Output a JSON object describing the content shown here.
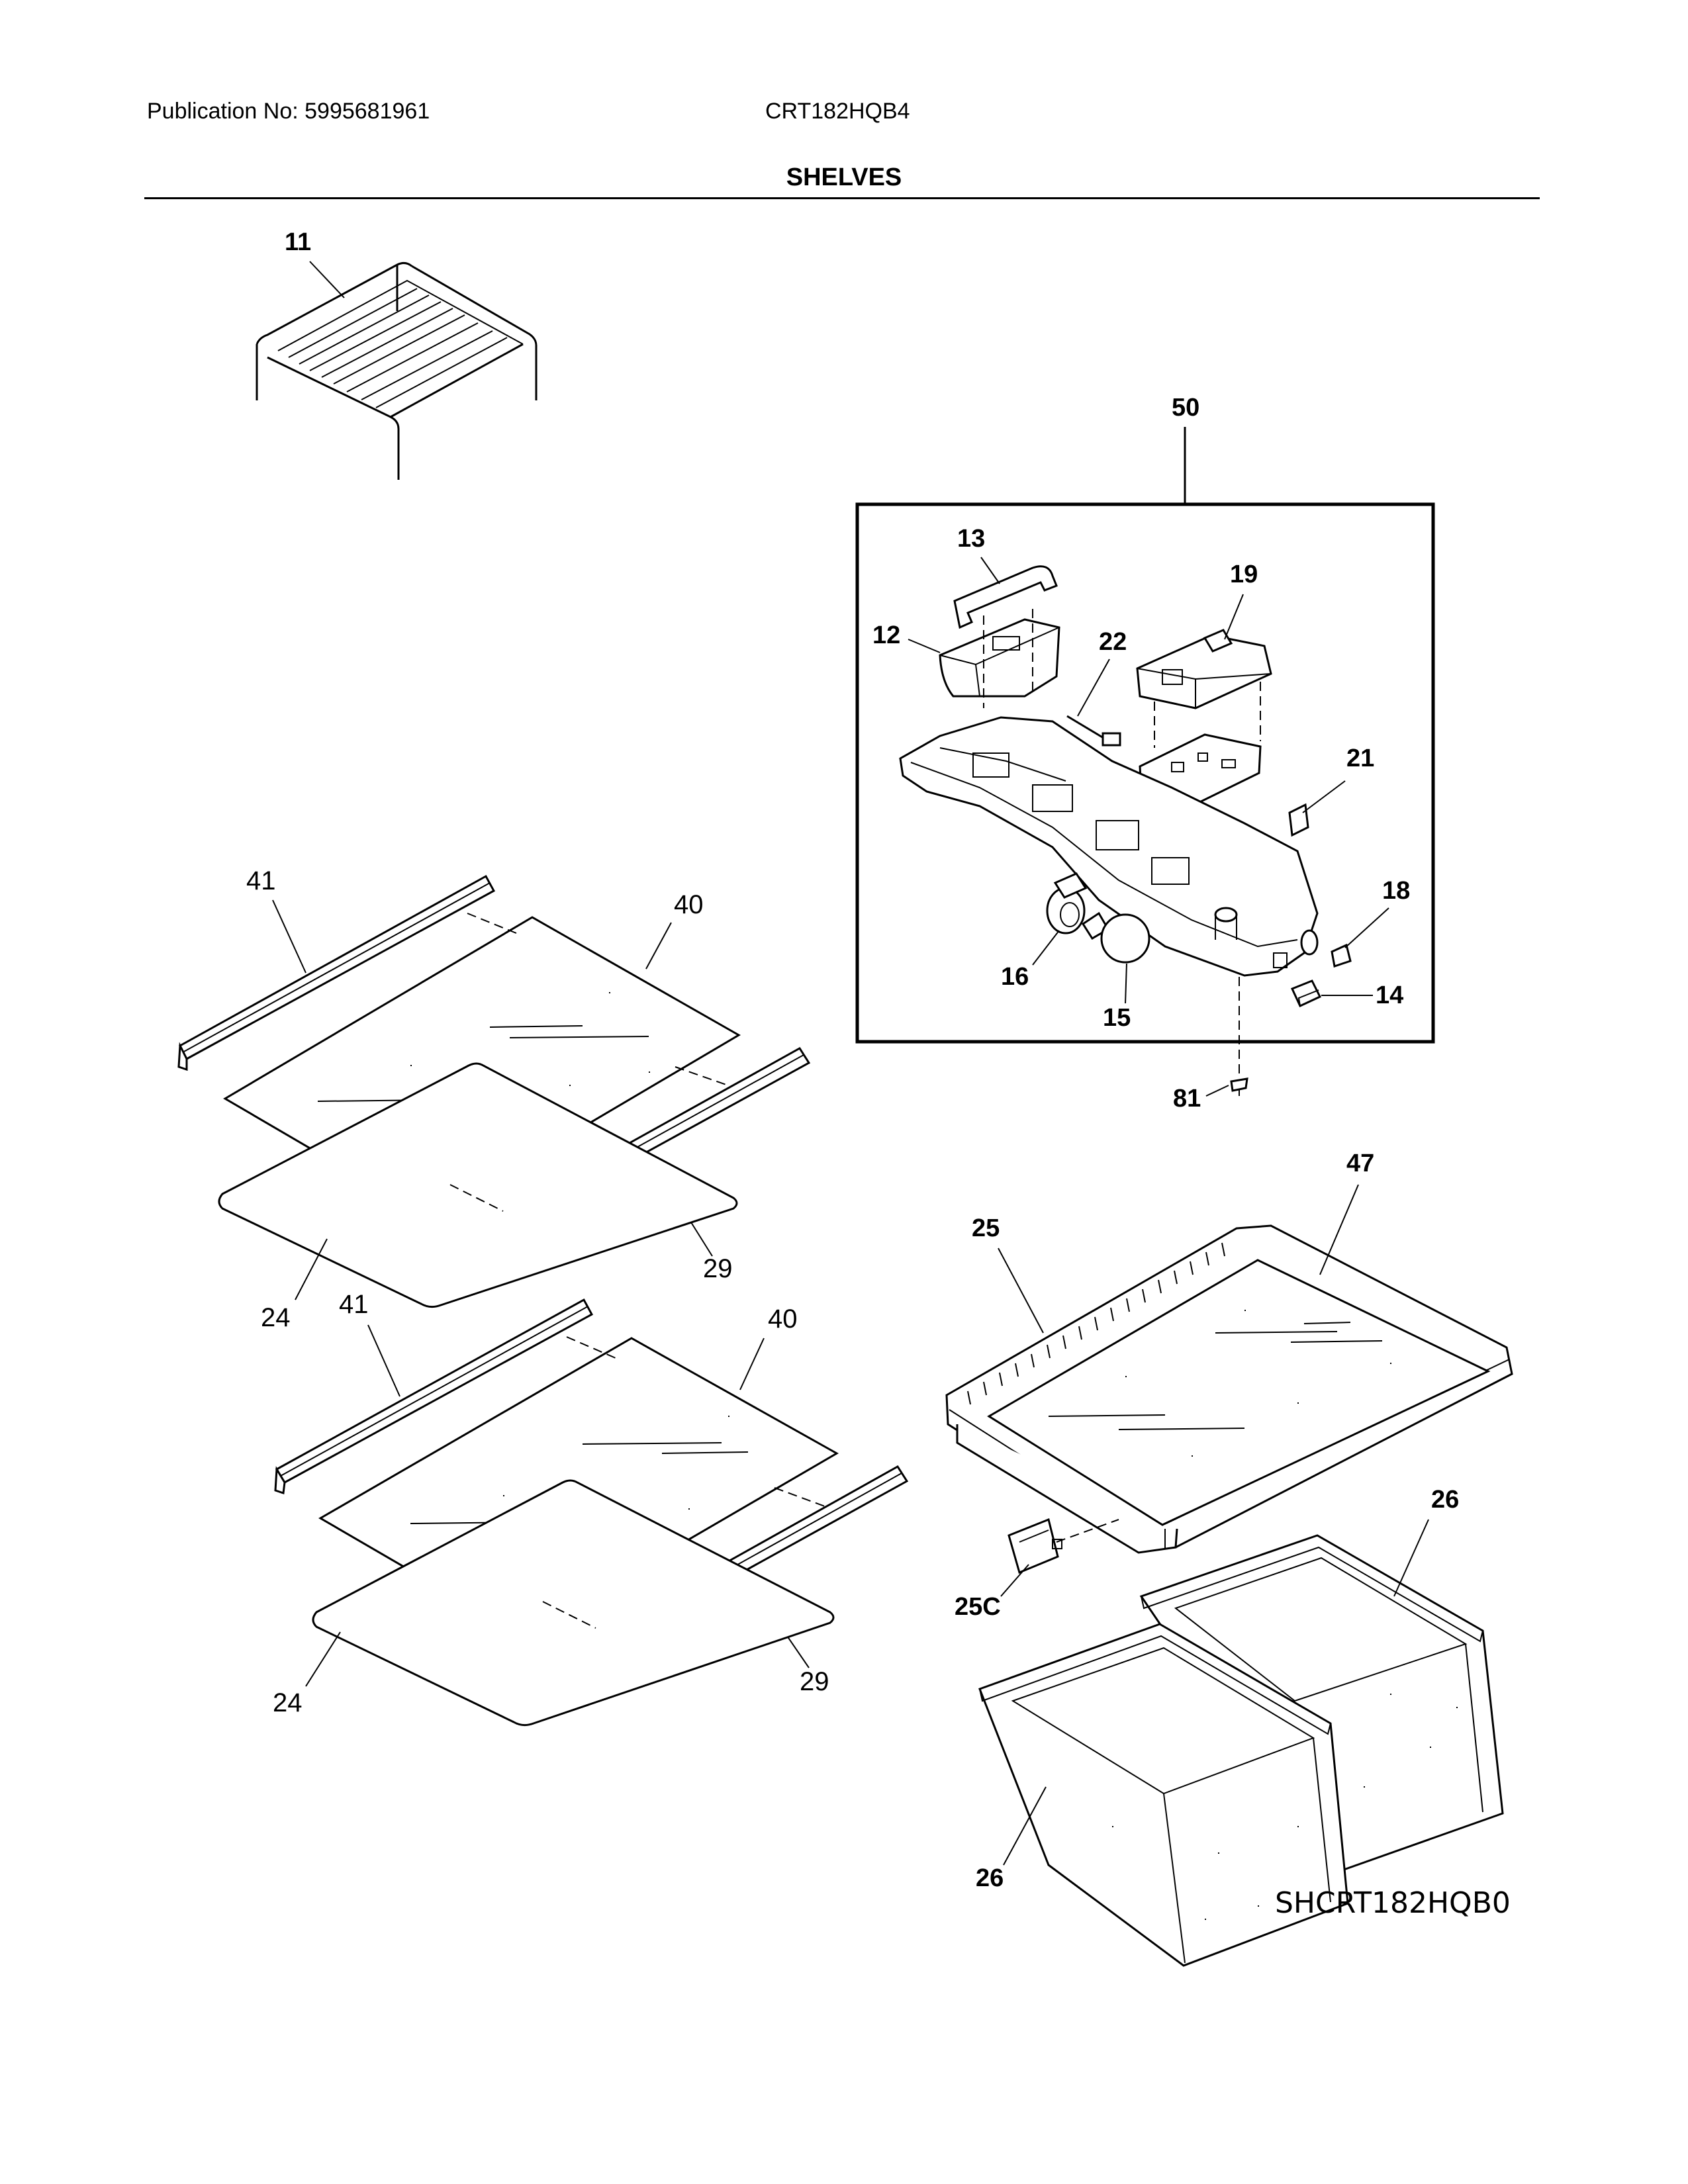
{
  "header": {
    "publication": "Publication No: 5995681961",
    "model": "CRT182HQB4",
    "section_title": "SHELVES"
  },
  "callouts": {
    "c11": "11",
    "c50": "50",
    "c13": "13",
    "c19": "19",
    "c12": "12",
    "c22": "22",
    "c21": "21",
    "c18": "18",
    "c16": "16",
    "c14": "14",
    "c15": "15",
    "c81": "81",
    "c41a": "41",
    "c40a": "40",
    "c29a": "29",
    "c24a": "24",
    "c41b": "41",
    "c40b": "40",
    "c29b": "29",
    "c24b": "24",
    "c47": "47",
    "c25": "25",
    "c26a": "26",
    "c25C": "25C",
    "c26b": "26"
  },
  "diagram_code": "SHCRT182HQB0"
}
